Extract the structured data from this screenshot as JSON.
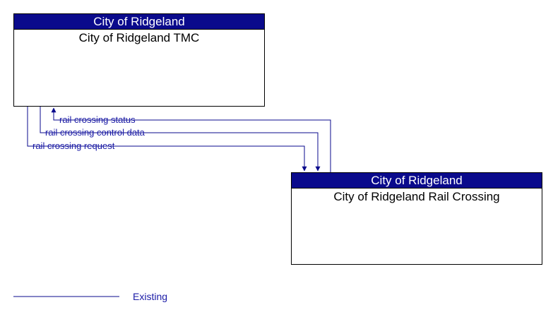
{
  "nodes": {
    "tmc": {
      "owner": "City of Ridgeland",
      "name": "City of Ridgeland TMC"
    },
    "rail": {
      "owner": "City of Ridgeland",
      "name": "City of Ridgeland Rail Crossing"
    }
  },
  "flows": [
    {
      "label": "rail crossing status",
      "from": "City of Ridgeland Rail Crossing",
      "to": "City of Ridgeland TMC"
    },
    {
      "label": "rail crossing control data",
      "from": "City of Ridgeland TMC",
      "to": "City of Ridgeland Rail Crossing"
    },
    {
      "label": "rail crossing request",
      "from": "City of Ridgeland TMC",
      "to": "City of Ridgeland Rail Crossing"
    }
  ],
  "legend": {
    "existing_label": "Existing"
  },
  "colors": {
    "header_bg": "#0a0a8c",
    "flow_line": "#0a0a8c",
    "flow_text": "#1a1aa6"
  }
}
